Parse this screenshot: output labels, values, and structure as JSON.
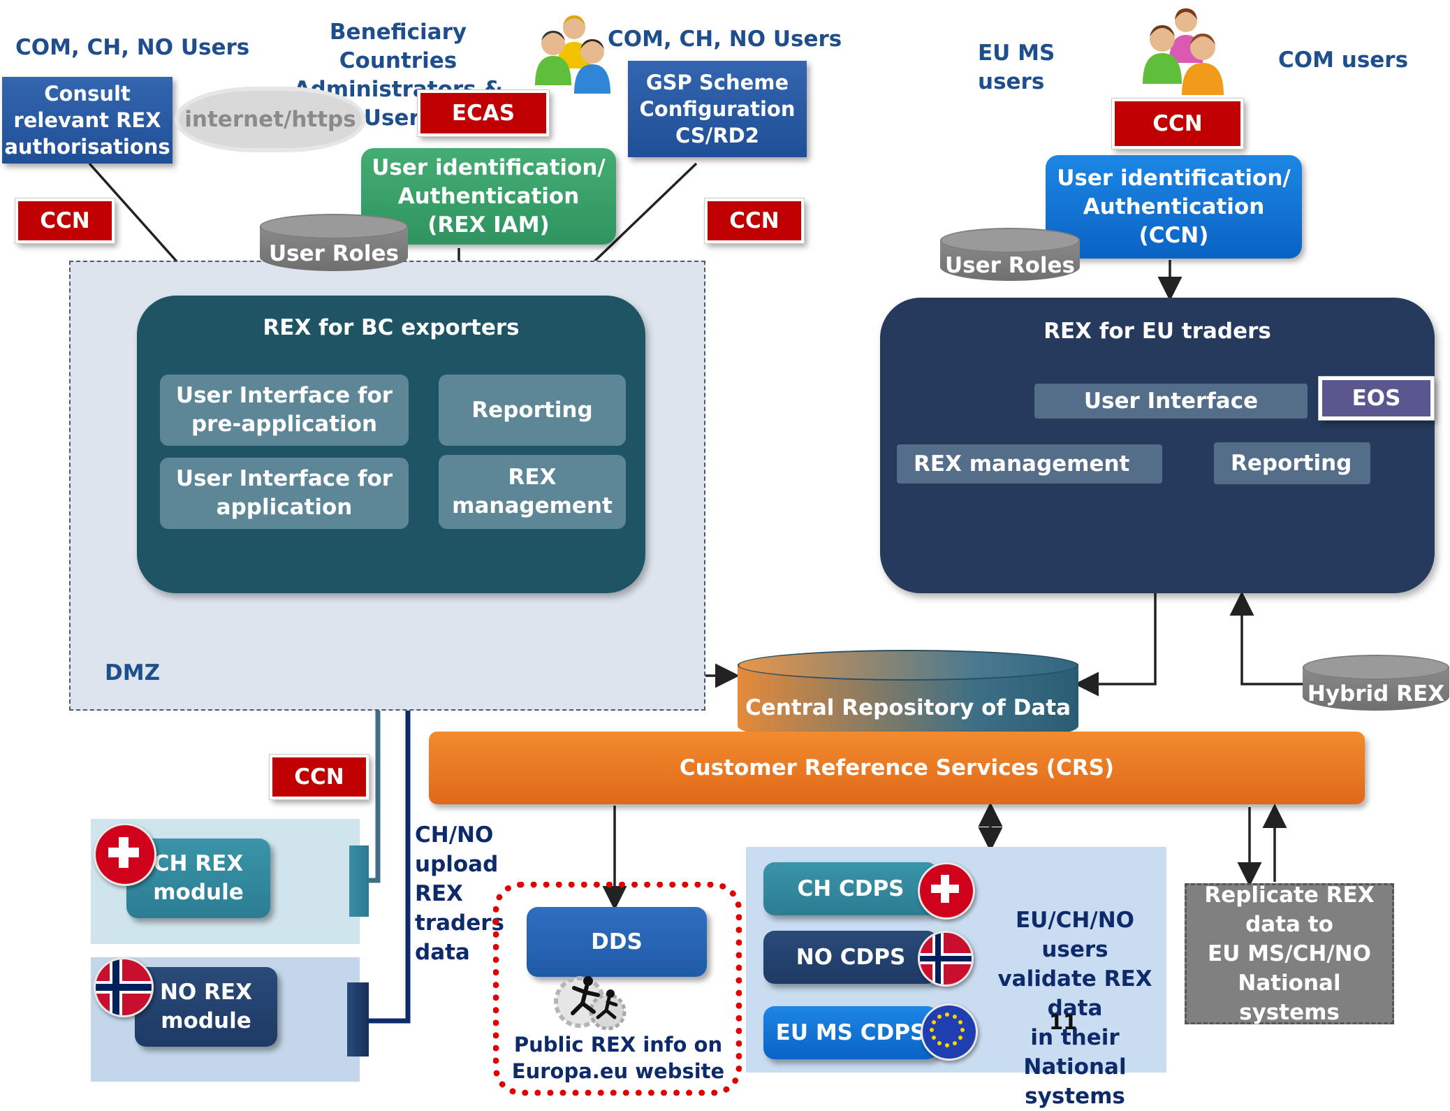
{
  "users": {
    "com_ch_no_left": "COM, CH, NO Users",
    "beneficiary": [
      "Beneficiary Countries",
      "Administrators & Users"
    ],
    "com_ch_no_right": "COM, CH, NO Users",
    "eu_ms": [
      "EU MS",
      "users"
    ],
    "com_users": "COM users"
  },
  "boxes": {
    "consult": [
      "Consult",
      "relevant REX",
      "authorisations"
    ],
    "gsp": [
      "GSP Scheme",
      "Configuration",
      "CS/RD2"
    ],
    "internet": "internet/https",
    "ecas": "ECAS",
    "ccn": "CCN",
    "rex_iam": [
      "User identification/",
      "Authentication",
      "(REX IAM)"
    ],
    "ccn_auth": [
      "User identification/",
      "Authentication",
      "(CCN)"
    ],
    "user_roles": "User Roles",
    "dmz": "DMZ",
    "eos": "EOS",
    "hybrid_rex": "Hybrid REX"
  },
  "rex_bc": {
    "title": "REX for BC exporters",
    "ui_pre": [
      "User Interface for",
      "pre-application"
    ],
    "ui_app": [
      "User Interface for",
      "application"
    ],
    "reporting": "Reporting",
    "management": [
      "REX",
      "management"
    ]
  },
  "rex_eu": {
    "title": "REX for EU traders",
    "ui": "User Interface",
    "management": "REX management",
    "reporting": "Reporting"
  },
  "central": {
    "repo": "Central Repository of Data",
    "crs": "Customer Reference Services (CRS)"
  },
  "modules": {
    "ch": [
      "CH REX",
      "module"
    ],
    "no": [
      "NO REX",
      "module"
    ],
    "upload": [
      "CH/NO",
      "upload",
      "REX",
      "traders",
      "data"
    ]
  },
  "public": {
    "dds": "DDS",
    "info": [
      "Public REX info on",
      "Europa.eu website"
    ]
  },
  "cdps": {
    "ch": "CH CDPS",
    "no": "NO CDPS",
    "eu": "EU MS CDPS",
    "validate": [
      "EU/CH/NO users",
      "validate REX data",
      "in their National",
      "systems"
    ]
  },
  "replicate": [
    "Replicate REX",
    "data to",
    "EU MS/CH/NO",
    "National systems"
  ],
  "page_number": "11",
  "colors": {
    "title_blue": "#1f4e8c",
    "ccn_red": "#c00000",
    "bc_teal": "#1e5463",
    "eu_navy": "#253a5c",
    "crs_orange": "#e8741a",
    "iam_green": "#3da06a",
    "ccn_auth_blue": "#0a6fd1",
    "public_border": "#e00000"
  }
}
